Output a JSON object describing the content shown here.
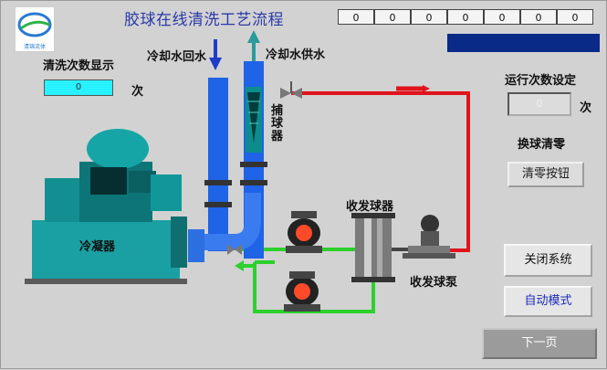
{
  "title": "胶球在线清洗工艺流程",
  "counters": [
    "0",
    "0",
    "0",
    "0",
    "0",
    "0",
    "0"
  ],
  "logo_text": "清锦流体",
  "labels": {
    "wash_count_display": "清洗次数显示",
    "wash_unit": "次",
    "cooling_return": "冷却水回水",
    "cooling_supply": "冷却水供水",
    "ball_catcher": "捕\n球\n器",
    "condenser": "冷凝器",
    "ball_collector": "收发球器",
    "ball_pump": "收发球泵",
    "run_count_setting": "运行次数设定",
    "run_unit": "次",
    "ball_clear": "换球清零"
  },
  "values": {
    "wash_count": "0",
    "run_count": "0"
  },
  "buttons": {
    "clear": "清零按钮",
    "close_system": "关闭系统",
    "auto_mode": "自动模式",
    "next_page": "下一页"
  },
  "colors": {
    "pipe_blue": "#1f63e6",
    "pipe_red": "#e0141c",
    "pipe_green": "#2dd02d",
    "equipment_teal": "#1aa0a2",
    "display_cyan": "#28f2ff",
    "status_navy": "#0a2a88"
  }
}
